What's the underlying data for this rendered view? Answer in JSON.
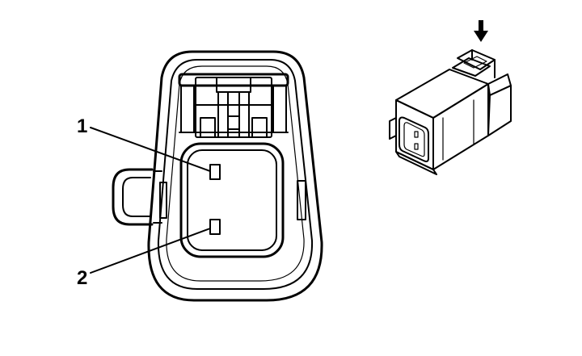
{
  "pin_labels": [
    {
      "id": "pin-1",
      "text": "1"
    },
    {
      "id": "pin-2",
      "text": "2"
    }
  ],
  "colors": {
    "line": "#000000",
    "background": "#ffffff"
  }
}
